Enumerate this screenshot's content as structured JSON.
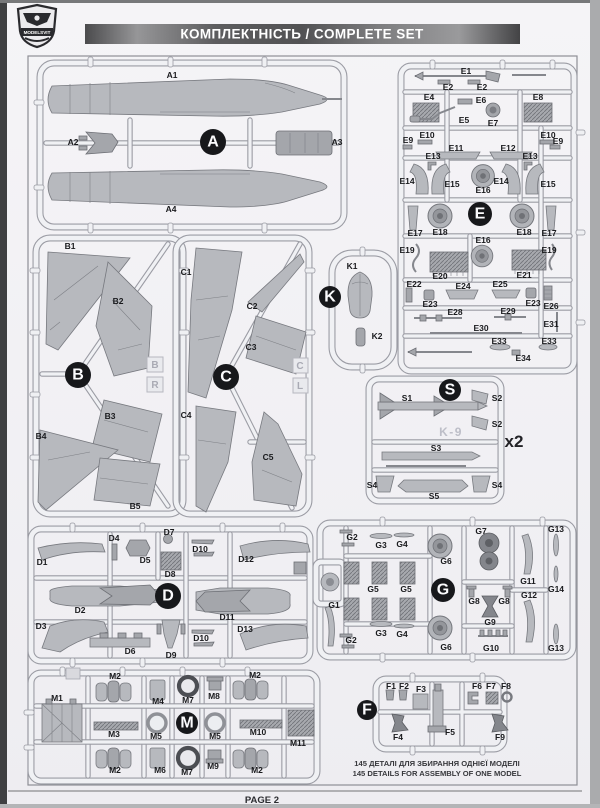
{
  "page": {
    "logo": "MODELSVIT",
    "header_title": "КОМПЛЕКТНІСТЬ / COMPLETE SET",
    "footer_note_uk": "145 ДЕТАЛІ ДЛЯ ЗБИРАННЯ ОДНІЄЇ МОДЕЛІ",
    "footer_note_en": "145 DETAILS FOR ASSEMBLY OF ONE MODEL",
    "page_number": "PAGE 2"
  },
  "colors": {
    "scan_background": "#98989a",
    "paper": "#f3f2f5",
    "runner": "#f0f1f4",
    "runner_outline": "#9b9ca4",
    "part_fill": "#b7b9be",
    "part_outline": "#77797f",
    "label_text": "#191a1d",
    "letter_badge": "#17181b",
    "header_text": "#ffffff"
  },
  "sprues": {
    "A": {
      "letter": "A",
      "labels": [
        "A1",
        "A2",
        "A3",
        "A4"
      ]
    },
    "B": {
      "letter": "B",
      "labels": [
        "B1",
        "B2",
        "B3",
        "B4",
        "B5"
      ],
      "mold_tags": [
        "B",
        "R"
      ]
    },
    "C": {
      "letter": "C",
      "labels": [
        "C1",
        "C2",
        "C3",
        "C4",
        "C5"
      ],
      "mold_tags": [
        "C",
        "L"
      ]
    },
    "K": {
      "letter": "K",
      "labels": [
        "K1",
        "K2"
      ]
    },
    "E": {
      "letter": "E",
      "labels": [
        "E1",
        "E2",
        "E2",
        "E4",
        "E6",
        "E5",
        "E7",
        "E8",
        "E9",
        "E10",
        "E11",
        "E12",
        "E10",
        "E9",
        "E13",
        "E14",
        "E15",
        "E16",
        "E13",
        "E14",
        "E15",
        "E17",
        "E18",
        "E18",
        "E17",
        "E16",
        "E19",
        "E20",
        "E21",
        "E19",
        "E22",
        "E24",
        "E25",
        "E23",
        "E23",
        "E26",
        "E28",
        "E29",
        "E31",
        "E30",
        "E33",
        "E33",
        "E34"
      ]
    },
    "S": {
      "letter": "S",
      "labels": [
        "S1",
        "S2",
        "S2",
        "S3",
        "S4",
        "S5",
        "S4"
      ],
      "embossed": "K-9",
      "multiplier": "x2"
    },
    "D": {
      "letter": "D",
      "labels": [
        "D1",
        "D4",
        "D5",
        "D7",
        "D10",
        "D12",
        "D2",
        "D8",
        "D11",
        "D3",
        "D6",
        "D9",
        "D10",
        "D13"
      ]
    },
    "G": {
      "letter": "G",
      "labels": [
        "G2",
        "G3",
        "G4",
        "G6",
        "G7",
        "G13",
        "G5",
        "G5",
        "G11",
        "G14",
        "G1",
        "G8",
        "G8",
        "G12",
        "G9",
        "G2",
        "G3",
        "G4",
        "G6",
        "G10",
        "G13"
      ]
    },
    "M": {
      "letter": "M",
      "labels": [
        "M1",
        "M2",
        "M4",
        "M7",
        "M8",
        "M2",
        "M3",
        "M5",
        "M5",
        "M10",
        "M11",
        "M2",
        "M6",
        "M7",
        "M9",
        "M2"
      ]
    },
    "F": {
      "letter": "F",
      "labels": [
        "F1",
        "F2",
        "F3",
        "F6",
        "F7",
        "F8",
        "F4",
        "F5",
        "F9"
      ]
    }
  }
}
